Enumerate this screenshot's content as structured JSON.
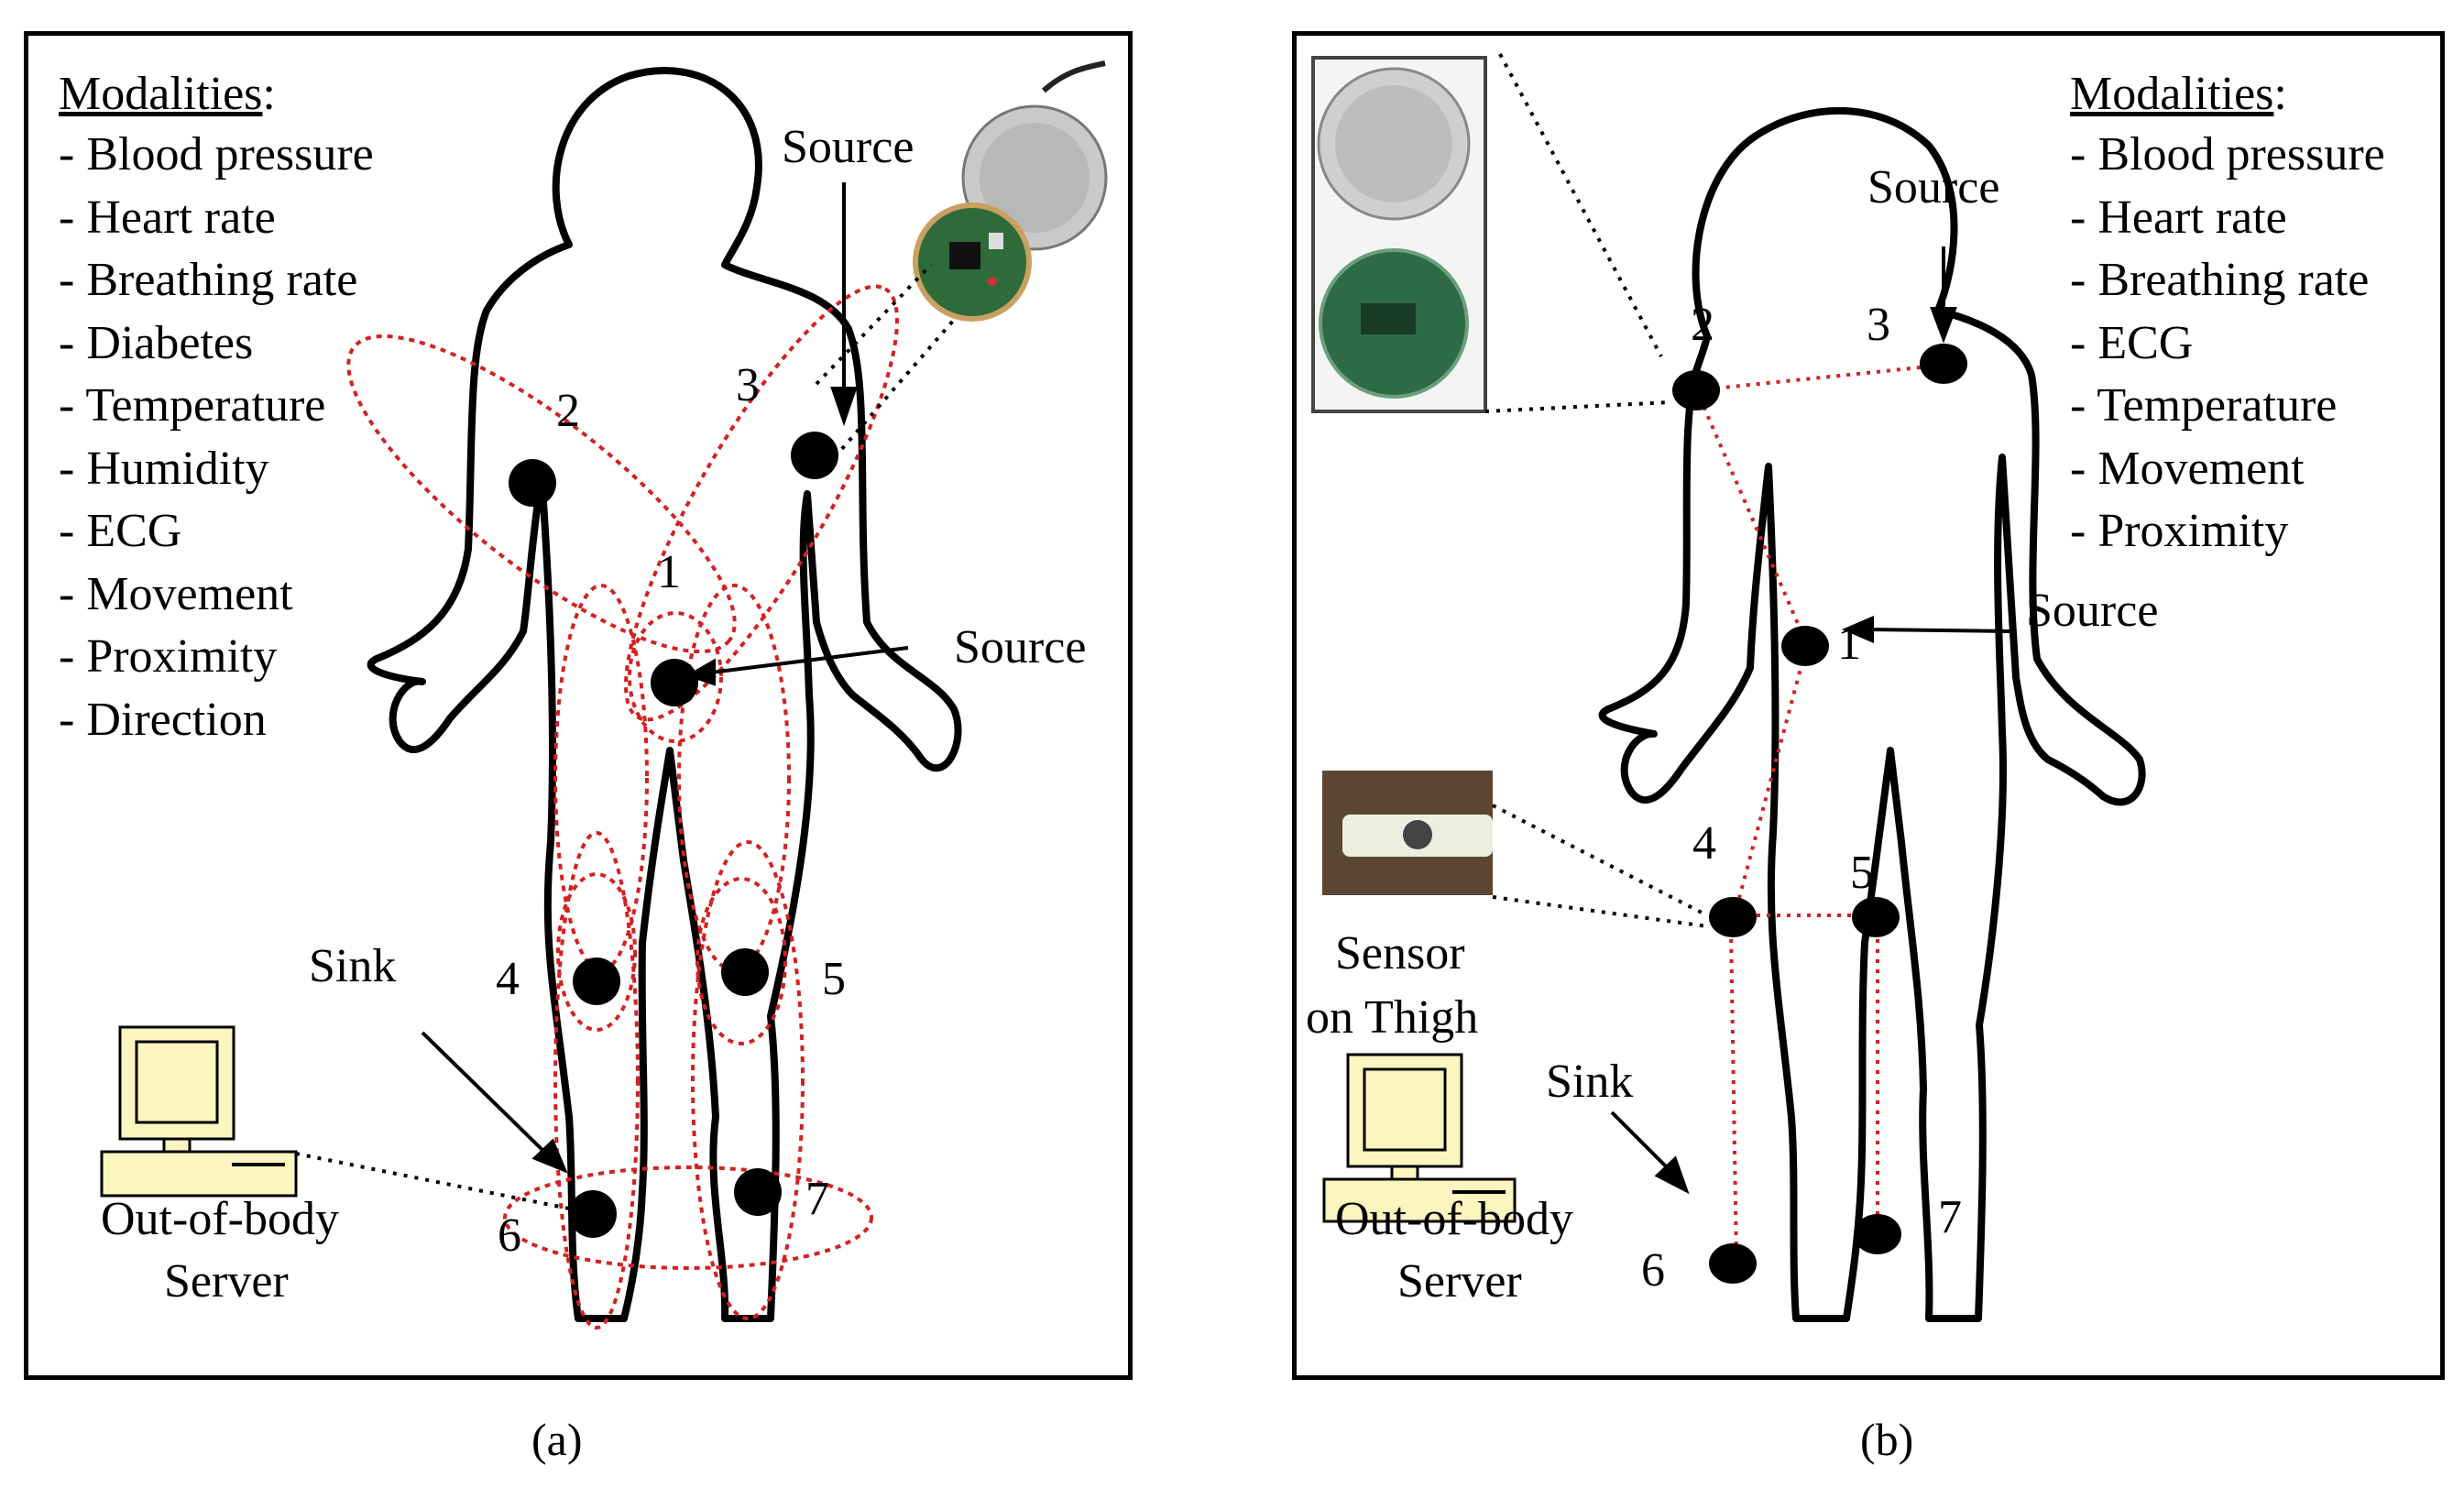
{
  "panel_a": {
    "caption": "(a)",
    "modalities_title": "Modalities",
    "modalities_colon": ":",
    "modalities": [
      "- Blood pressure",
      "- Heart rate",
      "- Breathing rate",
      "- Diabetes",
      "- Temperature",
      "- Humidity",
      "- ECG",
      "- Movement",
      "- Proximity",
      "- Direction"
    ],
    "nodes": [
      "1",
      "2",
      "3",
      "4",
      "5",
      "6",
      "7"
    ],
    "source_top": "Source",
    "source_mid": "Source",
    "sink": "Sink",
    "server": [
      "Out-of-body",
      "Server"
    ]
  },
  "panel_b": {
    "caption": "(b)",
    "modalities_title": "Modalities",
    "modalities_colon": ":",
    "modalities": [
      "- Blood pressure",
      "- Heart rate",
      "- Breathing rate",
      "- ECG",
      "- Temperature",
      "- Movement",
      "- Proximity"
    ],
    "nodes": [
      "1",
      "2",
      "3",
      "4",
      "5",
      "6",
      "7"
    ],
    "source_top": "Source",
    "source_mid": "Source",
    "sink": "Sink",
    "sensor_label": [
      "Sensor",
      "on Thigh"
    ],
    "server": [
      "Out-of-body",
      "Server"
    ]
  },
  "colors": {
    "link": "#d42020",
    "outline": "#000000",
    "computer": "#fdf5c0"
  }
}
